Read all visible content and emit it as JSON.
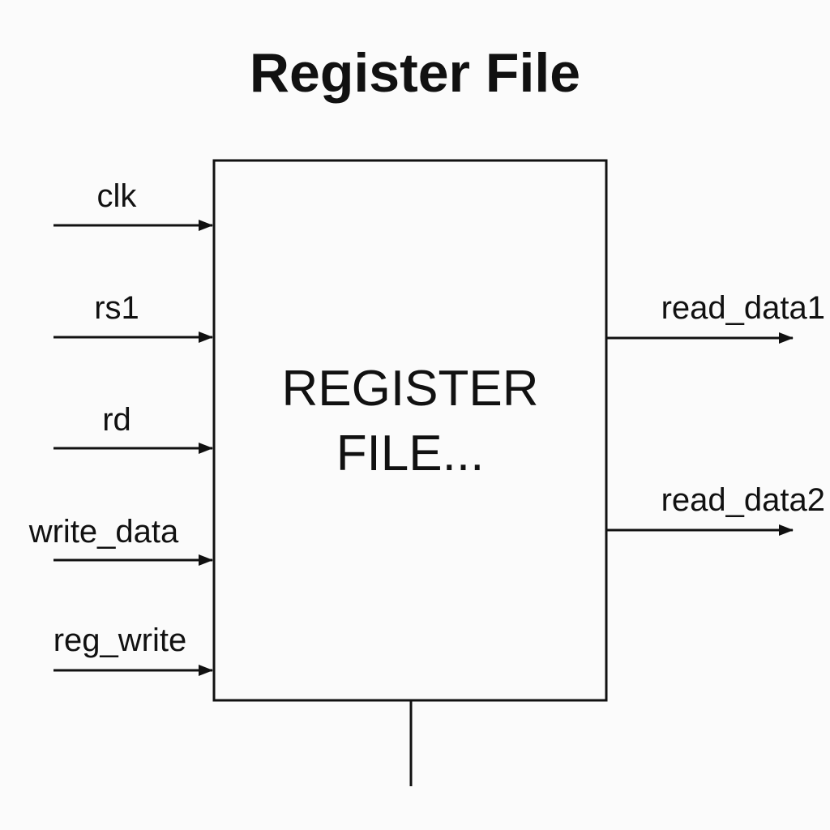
{
  "diagram": {
    "title": "Register File",
    "block": {
      "line1": "REGISTER",
      "line2": "FILE..."
    },
    "inputs": [
      {
        "label": "clk"
      },
      {
        "label": "rs1"
      },
      {
        "label": "rd"
      },
      {
        "label": "write_data"
      },
      {
        "label": "reg_write"
      }
    ],
    "outputs": [
      {
        "label": "read_data1"
      },
      {
        "label": "read_data2"
      }
    ],
    "line_color": "#111111",
    "background": "#fbfbfb"
  }
}
